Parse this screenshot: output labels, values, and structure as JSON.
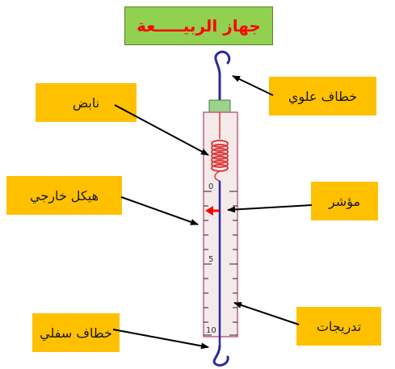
{
  "title": "جهاز الربيـــــعة",
  "labels": {
    "hook_top": "خطاف علوي",
    "spring": "نابض",
    "body": "هيكل خارجي",
    "pointer": "مؤشر",
    "scale": "تدريجات",
    "hook_bottom": "خطاف سفلي"
  },
  "scale_ticks": {
    "zero": "0",
    "five": "5",
    "ten": "10"
  },
  "colors": {
    "title_bg": "#92d050",
    "title_text": "#ff0000",
    "label_bg": "#ffc000",
    "hook": "#2a2aa0",
    "spring": "#e03a3a",
    "pointer": "#ff0000",
    "frame": "#c06080"
  }
}
